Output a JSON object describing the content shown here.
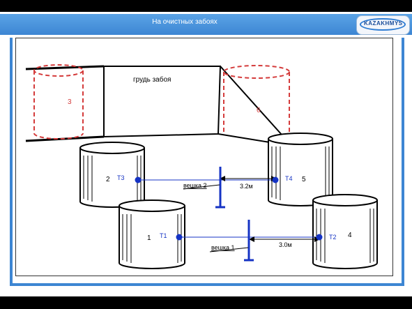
{
  "header": {
    "title": "На очистных забоях",
    "brand": "KAZAKHMYS"
  },
  "diagram": {
    "face_label": "грудь забоя",
    "cylinder_numbers": [
      "1",
      "2",
      "3",
      "4",
      "5",
      "6"
    ],
    "points": [
      "T1",
      "T2",
      "T3",
      "T4"
    ],
    "markers": [
      "вешка 1",
      "вешка 2"
    ],
    "distances": [
      "3.0м",
      "3.2м"
    ]
  },
  "colors": {
    "header": "#3d86d3",
    "point": "#1533c4",
    "dashed": "#d43b3b"
  }
}
